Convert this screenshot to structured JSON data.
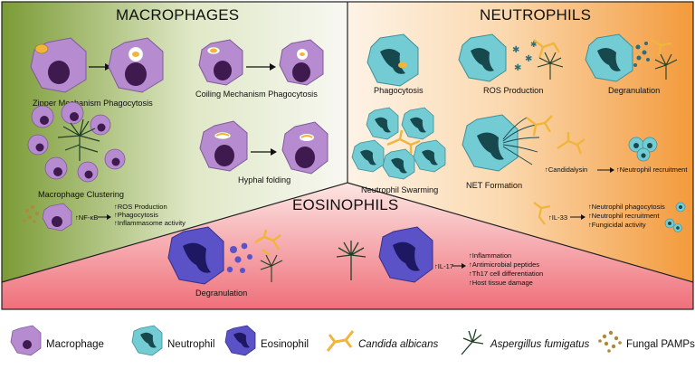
{
  "sections": {
    "macrophages": {
      "title": "MACROPHAGES",
      "labels": [
        "Zipper Mechanism Phagocytosis",
        "Coiling Mechanism Phagocytosis",
        "Macrophage Clustering",
        "Hyphal folding"
      ],
      "pathway": {
        "stimulus": "↑NF-κB",
        "effects": [
          "↑ROS Production",
          "↑Phagocytosis",
          "↑Inflammasome activity"
        ]
      }
    },
    "neutrophils": {
      "title": "NEUTROPHILS",
      "labels": [
        "Phagocytosis",
        "ROS Production",
        "Degranulation",
        "Neutrophil Swarming",
        "NET Formation"
      ],
      "candidalysis": {
        "stimulus": "↑Candidalysin",
        "effect": "↑Neutrophil recruitment"
      },
      "il33": {
        "stimulus": "↑IL-33",
        "effects": [
          "↑Neutrophil phagocytosis",
          "↑Neutrophil recruitment",
          "↑Fungicidal activity"
        ]
      }
    },
    "eosinophils": {
      "title": "EOSINOPHILS",
      "labels": [
        "Degranulation"
      ],
      "il17": {
        "stimulus": "↑IL-17",
        "effects": [
          "↑Inflammation",
          "↑Antimicrobial peptides",
          "↑Th17 cell differentiation",
          "↑Host tissue damage"
        ]
      }
    }
  },
  "legend": [
    "Macrophage",
    "Neutrophil",
    "Eosinophil",
    "Candida albicans",
    "Aspergillus fumigatus",
    "Fungal PAMPs"
  ],
  "colors": {
    "macrophage": "#b68bd0",
    "neutrophil": "#73cbd3",
    "eosinophil": "#5b52c8",
    "candida": "#f0b63c",
    "aspergillus": "#2c5a36",
    "green_bg": "#7a9a35",
    "orange_bg": "#f39b3e",
    "red_bg": "#ef7680"
  }
}
